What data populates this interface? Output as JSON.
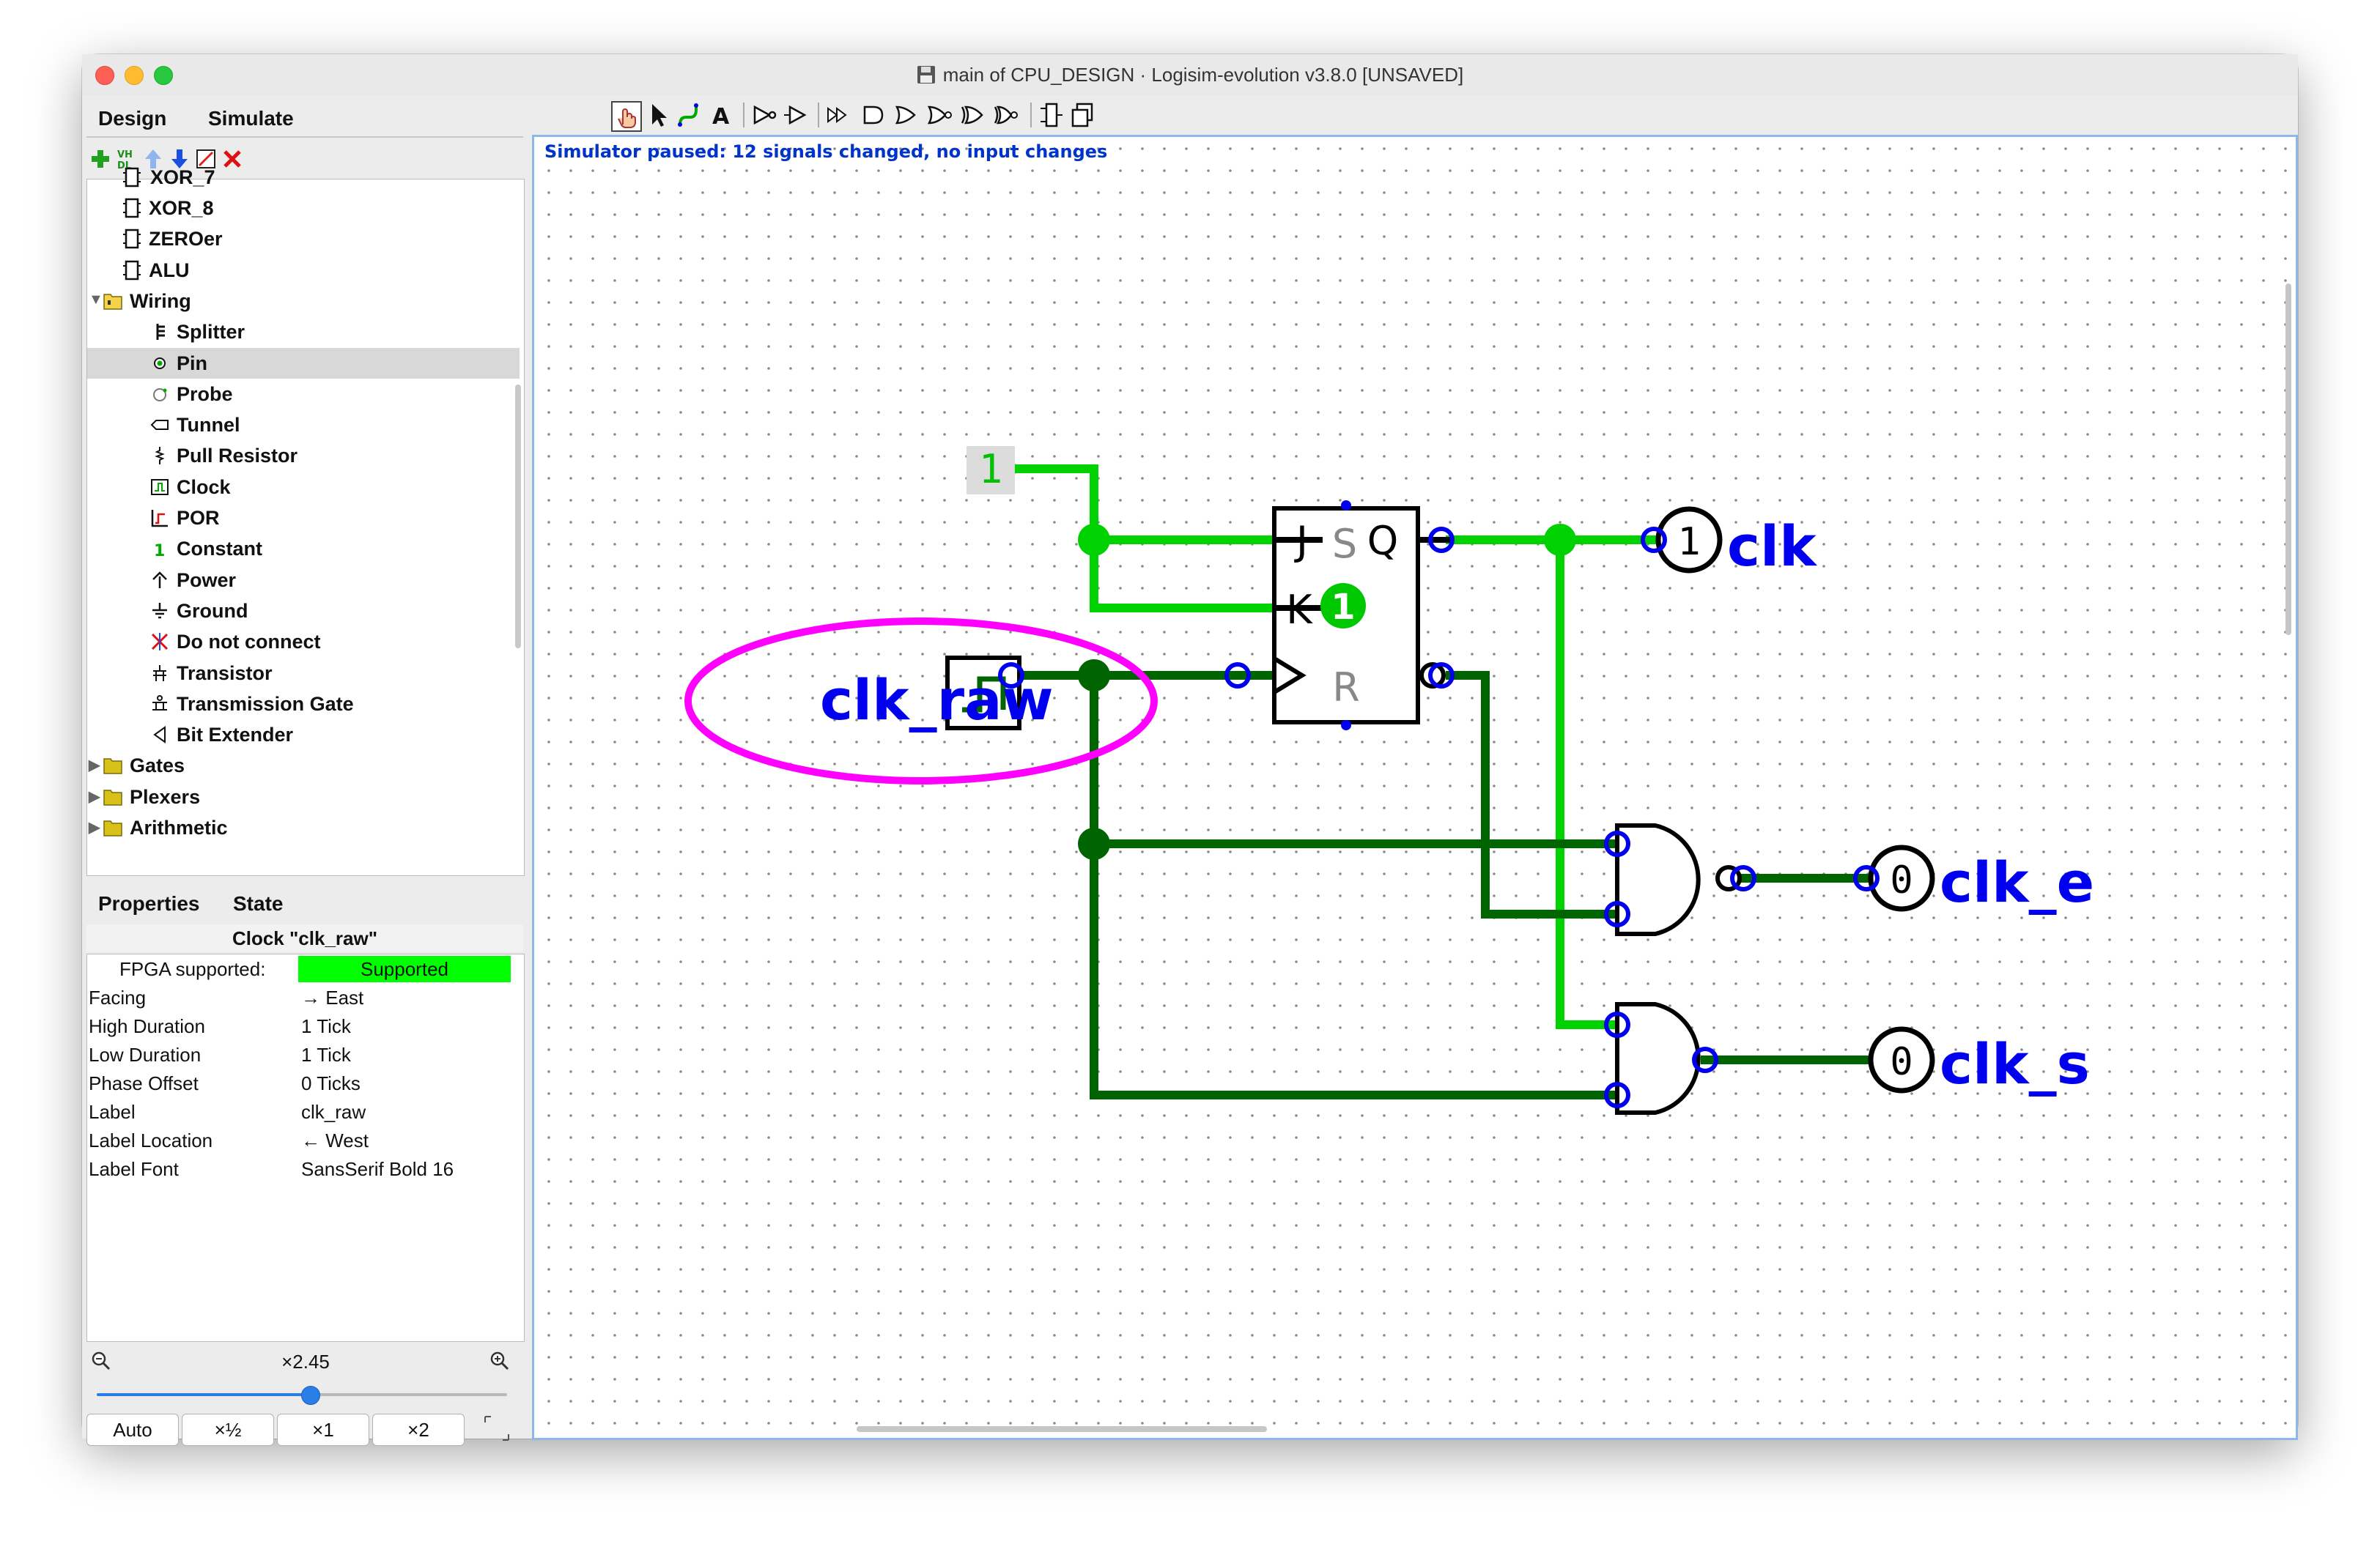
{
  "window": {
    "title": "main of CPU_DESIGN · Logisim-evolution v3.8.0 [UNSAVED]"
  },
  "left_tabs": {
    "design": "Design",
    "simulate": "Simulate"
  },
  "tree": {
    "partial_top": "XOR_7",
    "items": [
      {
        "label": "XOR_8",
        "icon": "subcircuit-icon",
        "level": 1
      },
      {
        "label": "ZEROer",
        "icon": "subcircuit-icon",
        "level": 1
      },
      {
        "label": "ALU",
        "icon": "subcircuit-icon",
        "level": 1
      },
      {
        "label": "Wiring",
        "icon": "folder-open-icon",
        "level": 0
      },
      {
        "label": "Splitter",
        "icon": "splitter-icon",
        "level": 2
      },
      {
        "label": "Pin",
        "icon": "pin-icon",
        "level": 2
      },
      {
        "label": "Probe",
        "icon": "probe-icon",
        "level": 2
      },
      {
        "label": "Tunnel",
        "icon": "tunnel-icon",
        "level": 2
      },
      {
        "label": "Pull Resistor",
        "icon": "pull-resistor-icon",
        "level": 2
      },
      {
        "label": "Clock",
        "icon": "clock-icon",
        "level": 2
      },
      {
        "label": "POR",
        "icon": "por-icon",
        "level": 2
      },
      {
        "label": "Constant",
        "icon": "constant-icon",
        "level": 2
      },
      {
        "label": "Power",
        "icon": "power-icon",
        "level": 2
      },
      {
        "label": "Ground",
        "icon": "ground-icon",
        "level": 2
      },
      {
        "label": "Do not connect",
        "icon": "do-not-connect-icon",
        "level": 2
      },
      {
        "label": "Transistor",
        "icon": "transistor-icon",
        "level": 2
      },
      {
        "label": "Transmission Gate",
        "icon": "transmission-gate-icon",
        "level": 2
      },
      {
        "label": "Bit Extender",
        "icon": "bit-extender-icon",
        "level": 2
      },
      {
        "label": "Gates",
        "icon": "folder-icon",
        "level": 0
      },
      {
        "label": "Plexers",
        "icon": "folder-icon",
        "level": 0
      },
      {
        "label": "Arithmetic",
        "icon": "folder-icon",
        "level": 0
      }
    ],
    "selected": "Pin"
  },
  "props_tabs": {
    "properties": "Properties",
    "state": "State"
  },
  "properties": {
    "title": "Clock \"clk_raw\"",
    "rows": [
      {
        "key": "FPGA supported:",
        "value": "Supported"
      },
      {
        "key": "Facing",
        "value": "→ East"
      },
      {
        "key": "High Duration",
        "value": "1 Tick"
      },
      {
        "key": "Low Duration",
        "value": "1 Tick"
      },
      {
        "key": "Phase Offset",
        "value": "0 Ticks"
      },
      {
        "key": "Label",
        "value": "clk_raw"
      },
      {
        "key": "Label Location",
        "value": "← West"
      },
      {
        "key": "Label Font",
        "value": "SansSerif Bold 16"
      }
    ],
    "fpga_color": "#00ff00"
  },
  "zoom": {
    "label": "×2.45",
    "level_fraction": 0.52,
    "buttons": [
      "Auto",
      "×½",
      "×1",
      "×2"
    ]
  },
  "canvas": {
    "status": "Simulator paused: 12 signals changed, no input changes",
    "constant_value": "1",
    "flipflop": {
      "j": "J",
      "s": "S",
      "q": "Q",
      "k": "K",
      "r": "R",
      "state": "1"
    },
    "clock_label": "clk_raw",
    "outputs": [
      {
        "name": "clk",
        "value": "1"
      },
      {
        "name": "clk_e",
        "value": "0"
      },
      {
        "name": "clk_s",
        "value": "0"
      }
    ],
    "colors": {
      "wire_high": "#00d100",
      "wire_low": "#006400",
      "pin_label": "#0000ee",
      "port": "#0000ee",
      "highlight": "#ff00ff"
    }
  }
}
